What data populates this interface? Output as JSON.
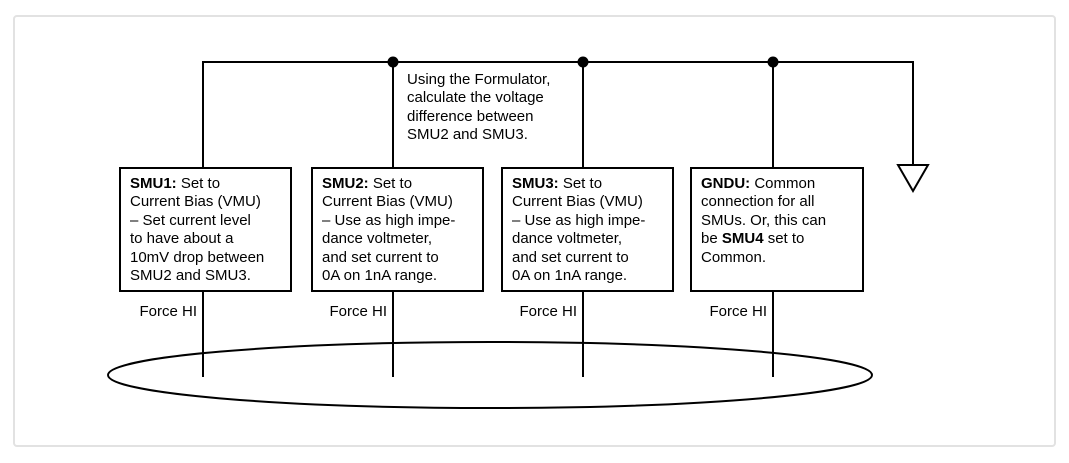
{
  "colors": {
    "ink": "#000000",
    "frame_border": "#e2e2e2",
    "background": "#ffffff"
  },
  "annotation": {
    "lines": [
      "Using the Formulator,",
      "calculate the voltage",
      "difference between",
      "SMU2 and SMU3."
    ]
  },
  "boxes": [
    {
      "title": "SMU1:",
      "line1_rest": " Set to",
      "lines": [
        "Current Bias (VMU)",
        "– Set current level",
        "to have about a",
        "10mV drop between",
        "SMU2 and SMU3."
      ],
      "force_label": "Force HI"
    },
    {
      "title": "SMU2:",
      "line1_rest": " Set to",
      "lines": [
        "Current Bias (VMU)",
        "– Use as high impe-",
        "dance voltmeter,",
        "and set current to",
        "0A on 1nA range."
      ],
      "force_label": "Force HI"
    },
    {
      "title": "SMU3:",
      "line1_rest": " Set to",
      "lines": [
        "Current Bias (VMU)",
        "– Use as high impe-",
        "dance voltmeter,",
        "and set current to",
        "0A on 1nA range."
      ],
      "force_label": "Force HI"
    },
    {
      "title": "GNDU:",
      "line1_rest": " Common",
      "lines": [
        "connection for all",
        "SMUs. Or, this can"
      ],
      "line4_pre": "be ",
      "line4_bold": "SMU4",
      "line4_post": " set to",
      "line5": "Common.",
      "force_label": "Force HI"
    }
  ]
}
